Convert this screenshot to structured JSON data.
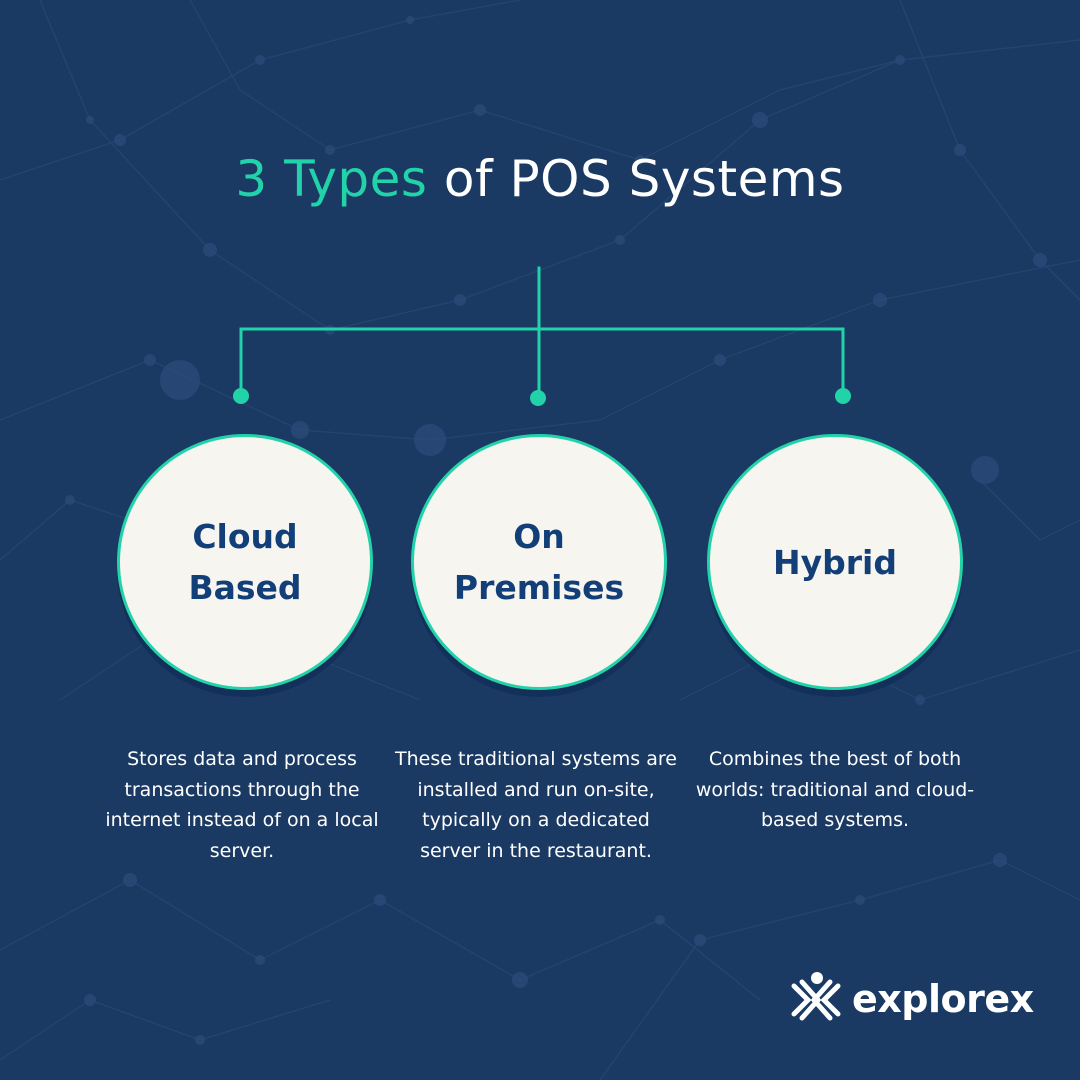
{
  "title": {
    "accent": "3 Types",
    "rest": " of POS Systems"
  },
  "types": [
    {
      "label": "Cloud\nBased",
      "description": "Stores data and process transactions through the internet instead of on a local server."
    },
    {
      "label": "On\nPremises",
      "description": "These traditional systems are installed and run on-site, typically on a dedicated server in the restaurant."
    },
    {
      "label": "Hybrid",
      "description": "Combines the best of both worlds: traditional and cloud-based systems."
    }
  ],
  "brand": {
    "name": "explorex",
    "icon": "explorex-logo-icon"
  },
  "colors": {
    "background": "#1b3a63",
    "accent": "#22d3a9",
    "circle_fill": "#f7f5ef",
    "circle_text": "#123f78",
    "text": "#ffffff"
  }
}
